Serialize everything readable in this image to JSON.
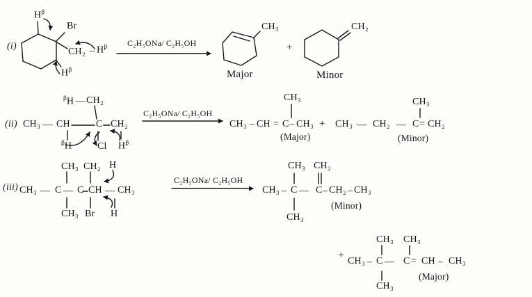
{
  "colors": {
    "ink": "#161616",
    "paper": "#fdfdfb"
  },
  "t": {
    "H": "H",
    "beta": "β",
    "Br": "Br",
    "Cl": "Cl",
    "C": "C",
    "CH": "CH",
    "CH2": "CH₂",
    "CH3": "CH₃",
    "em": "—",
    "en": "–",
    "eq": "=",
    "plus": "+"
  },
  "reactions": {
    "r1": {
      "label": "(i)",
      "reagent": "C₂H₅ONa/ C₂H₅OH",
      "product1_tag": "Major",
      "product2_tag": "Minor"
    },
    "r2": {
      "label": "(ii)",
      "reagent": "C₂H₅ONa/ C₂H₅OH",
      "product1_tag": "(Major)",
      "product2_tag": "(Minor)"
    },
    "r3": {
      "label": "(iii)",
      "reagent": "C₂H₅ONa/ C₂H₅OH",
      "product1_tag": "(Minor)",
      "product2_tag": "(Major)"
    }
  }
}
